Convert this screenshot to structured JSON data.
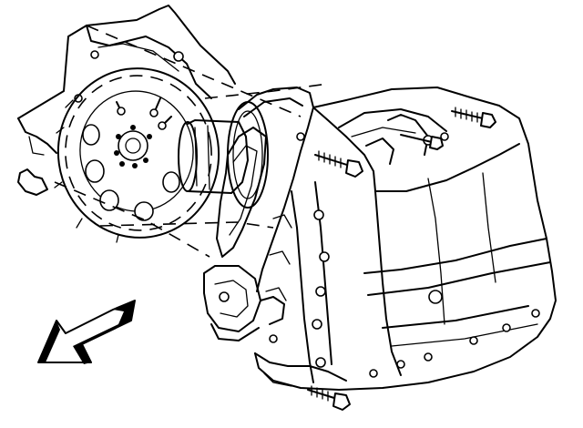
{
  "figure": {
    "components": [
      {
        "id": "engine-block",
        "icon": "engine-block-outline"
      },
      {
        "id": "flexplate",
        "icon": "flexplate-drive-disc"
      },
      {
        "id": "torque-converter",
        "icon": "torque-converter"
      },
      {
        "id": "transmission-housing",
        "icon": "transmission-case"
      },
      {
        "id": "transmission-bolts",
        "icon": "hex-bolt"
      },
      {
        "id": "direction-arrow",
        "icon": "shaded-arrow"
      }
    ],
    "line_color": "#000000",
    "background": "#ffffff"
  }
}
